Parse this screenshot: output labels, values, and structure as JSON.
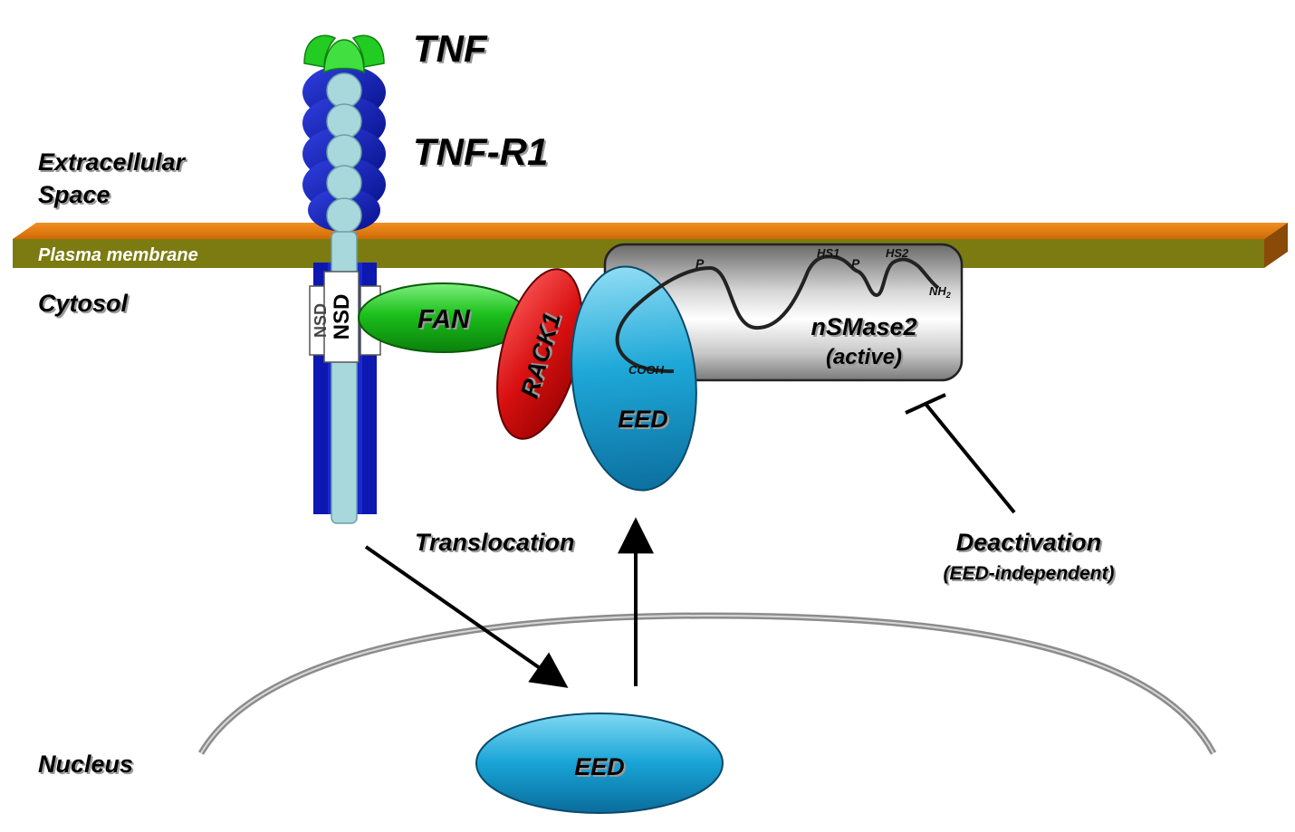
{
  "regions": {
    "extracellular_line1": "Extracellular",
    "extracellular_line2": "Space",
    "membrane": "Plasma membrane",
    "cytosol": "Cytosol",
    "nucleus": "Nucleus"
  },
  "proteins": {
    "tnf": "TNF",
    "tnfr1": "TNF-R1",
    "nsd": "NSD",
    "fan": "FAN",
    "rack1": "RACK1",
    "eed_membrane": "EED",
    "eed_nucleus": "EED",
    "nsmase2_name": "nSMase2",
    "nsmase2_state": "(active)"
  },
  "nsmase2_features": {
    "p1": "P",
    "p2": "P",
    "hs1": "HS1",
    "hs2": "HS2",
    "nh2": "NH",
    "nh2_sub": "2",
    "cooh": "COOH"
  },
  "processes": {
    "translocation": "Translocation",
    "deactivation": "Deactivation",
    "deactivation_note": "(EED-independent)"
  },
  "colors": {
    "tnf": "#22cc22",
    "tnfr1_domain": "#0a14a8",
    "tnfr1_core": "#a8d8dc",
    "membrane_top": "#e07a10",
    "membrane_face": "#7a7a10",
    "fan": "#18b018",
    "rack1": "#d01010",
    "eed": "#1aa0d0",
    "nsmase2": "#8a8a8a"
  }
}
